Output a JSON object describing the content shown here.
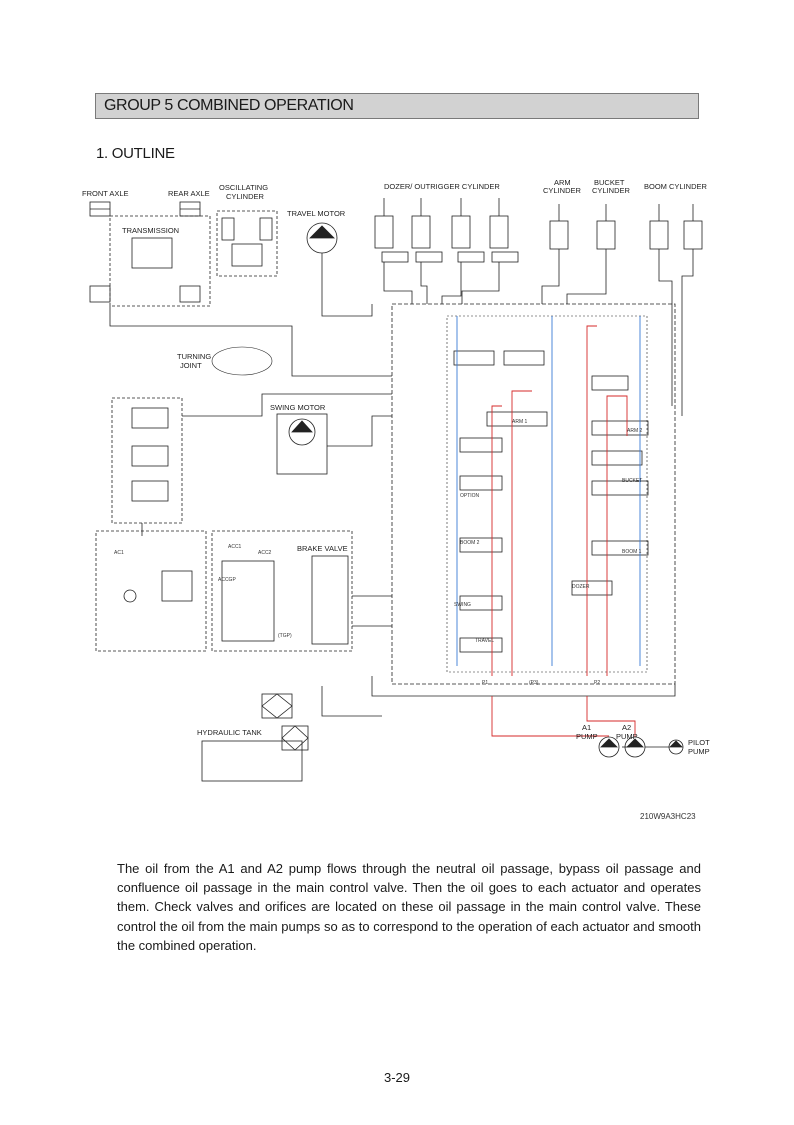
{
  "header": {
    "group_title": "GROUP  5   COMBINED OPERATION"
  },
  "section": {
    "title": "1. OUTLINE"
  },
  "diagram": {
    "labels": {
      "front_axle": "FRONT AXLE",
      "rear_axle": "REAR AXLE",
      "oscillating_cylinder_1": "OSCILLATING",
      "oscillating_cylinder_2": "CYLINDER",
      "transmission": "TRANSMISSION",
      "travel_motor": "TRAVEL MOTOR",
      "dozer_cylinder": "DOZER/ OUTRIGGER CYLINDER",
      "arm_cylinder_1": "ARM",
      "arm_cylinder_2": "CYLINDER",
      "bucket_cylinder_1": "BUCKET",
      "bucket_cylinder_2": "CYLINDER",
      "boom_cylinder": "BOOM CYLINDER",
      "turning_joint_1": "TURNING",
      "turning_joint_2": "JOINT",
      "swing_motor": "SWING MOTOR",
      "brake_valve": "BRAKE VALVE",
      "hydraulic_tank": "HYDRAULIC TANK",
      "a1_pump_1": "A1",
      "a1_pump_2": "PUMP",
      "a2_pump_1": "A2",
      "a2_pump_2": "PUMP",
      "pilot_pump_1": "PILOT",
      "pilot_pump_2": "PUMP",
      "arm1": "ARM 1",
      "arm2": "ARM 2",
      "option": "OPTION",
      "bucket": "BUCKET",
      "boom2": "BOOM 2",
      "boom1": "BOOM 1",
      "swing": "SWING",
      "dozer": "DOZER",
      "travel": "TRAVEL",
      "p1": "P1",
      "p2": "P2",
      "p3": "(P3)",
      "ac1": "AC1",
      "acc1": "ACC1",
      "acc2": "ACC2",
      "accgp": "ACCGP",
      "tgp": "(TGP)"
    },
    "figure_code": "210W9A3HC23"
  },
  "body": {
    "paragraph": "The oil from the A1 and A2 pump flows through the neutral oil passage, bypass oil passage and confluence oil passage in the main control valve.  Then the oil goes to each actuator and operates them.   Check valves and orifices are located on these oil passage in the main control valve.  These control the oil from the main pumps so as to correspond to the operation of each actuator and smooth the combined operation."
  },
  "footer": {
    "page_number": "3-29"
  },
  "colors": {
    "header_bar": "#d2d2d2",
    "line_dark": "#222222",
    "line_red": "#d42a2a",
    "line_blue": "#3a7bd5"
  }
}
